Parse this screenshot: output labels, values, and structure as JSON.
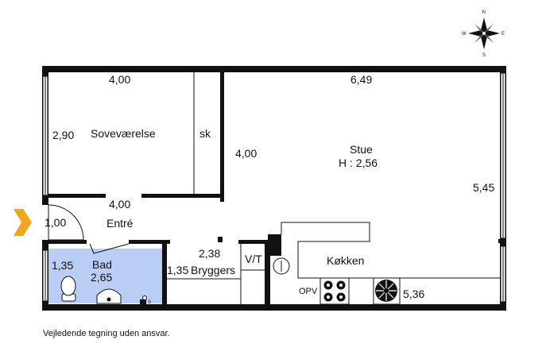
{
  "compass": {
    "n": "N",
    "s": "S",
    "e": "E",
    "w": "W"
  },
  "rooms": {
    "sovevaerelse": "Soveværelse",
    "sk": "sk",
    "stue": "Stue",
    "stue_height": "H : 2,56",
    "entre": "Entré",
    "bad": "Bad",
    "bryggers": "Bryggers",
    "vt": "V/T",
    "kokken": "Køkken",
    "opv": "OPV"
  },
  "dimensions": {
    "sov_width": "4,00",
    "sov_depth": "2,90",
    "stue_width": "6,49",
    "stue_center": "4,00",
    "stue_depth": "5,45",
    "entre_width": "4,00",
    "entre_depth": "1,00",
    "bad_depth": "1,35",
    "bad_width": "2,65",
    "bryggers_width": "2,38",
    "bryggers_depth": "1,35",
    "kitchen_width": "5,36"
  },
  "colors": {
    "wall": "#111111",
    "bathroom_fill": "#b9cdf5",
    "entry_arrow": "#f2a51d"
  },
  "footer": {
    "disclaimer": "Vejledende tegning uden ansvar."
  }
}
